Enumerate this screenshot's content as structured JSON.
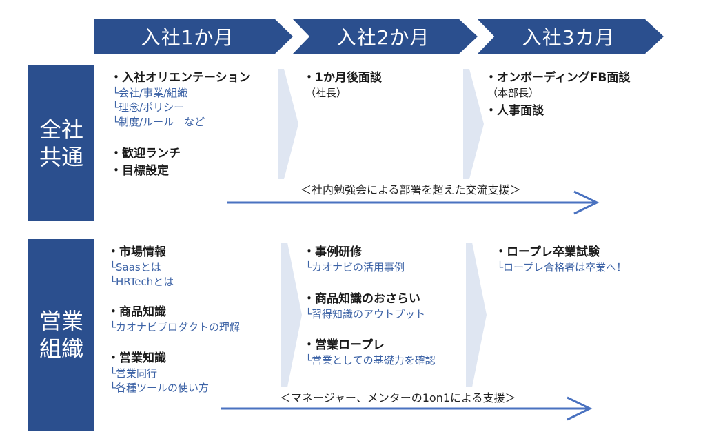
{
  "phases": [
    "入社1か月",
    "入社2か月",
    "入社3カ月"
  ],
  "rows": [
    {
      "label_line1": "全社",
      "label_line2": "共通"
    },
    {
      "label_line1": "営業",
      "label_line2": "組織"
    }
  ],
  "company": {
    "m1": {
      "item1": "・入社オリエンテーション",
      "sub1": "└会社/事業/組織",
      "sub2": "└理念/ポリシー",
      "sub3": "└制度/ルール　など",
      "item2": "・歓迎ランチ",
      "item3": "・目標設定"
    },
    "m2": {
      "item1": "・1か月後面談",
      "note1": "（社長）"
    },
    "m3": {
      "item1": "・オンボーディングFB面談",
      "note1": "（本部長）",
      "item2": "・人事面談"
    },
    "arrow_text": "＜社内勉強会による部署を超えた交流支援＞"
  },
  "sales": {
    "m1": {
      "item1": "・市場情報",
      "sub1": "└Saasとは",
      "sub2": "└HRTechとは",
      "item2": "・商品知識",
      "sub3": "└カオナビプロダクトの理解",
      "item3": "・営業知識",
      "sub4": "└営業同行",
      "sub5": "└各種ツールの使い方"
    },
    "m2": {
      "item1": "・事例研修",
      "sub1": "└カオナビの活用事例",
      "item2": "・商品知識のおさらい",
      "sub2": "└習得知識のアウトプット",
      "item3": "・営業ロープレ",
      "sub3": "└営業としての基礎力を確認"
    },
    "m3": {
      "item1": "・ロープレ卒業試験",
      "sub1": "└ロープレ合格者は卒業へ！"
    },
    "arrow_text": "＜マネージャー、メンターの1on1による支援＞"
  },
  "colors": {
    "header": "#2b4f8e",
    "sub_text": "#3d63a6",
    "arrow": "#4a72c0",
    "bg_arrow": "#dfe6f2"
  }
}
